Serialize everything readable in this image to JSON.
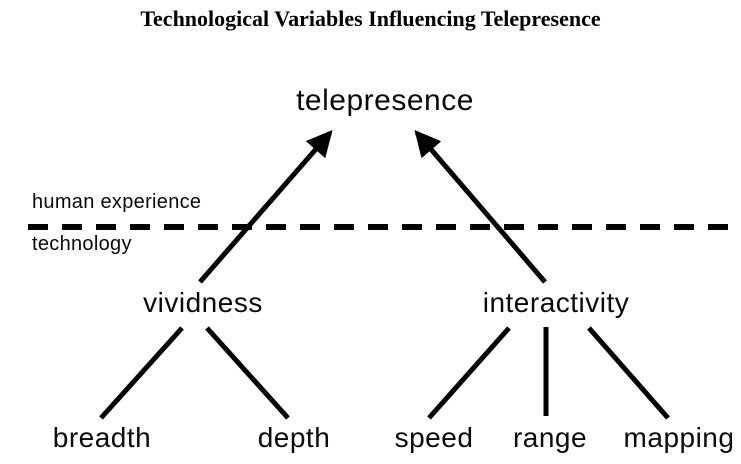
{
  "title": "Technological Variables Influencing Telepresence",
  "diagram": {
    "root_label": "telepresence",
    "divider": {
      "above_label": "human experience",
      "below_label": "technology"
    },
    "line_color": "#000000",
    "branches": [
      {
        "label": "vividness",
        "children": [
          {
            "label": "breadth"
          },
          {
            "label": "depth"
          }
        ]
      },
      {
        "label": "interactivity",
        "children": [
          {
            "label": "speed"
          },
          {
            "label": "range"
          },
          {
            "label": "mapping"
          }
        ]
      }
    ]
  }
}
